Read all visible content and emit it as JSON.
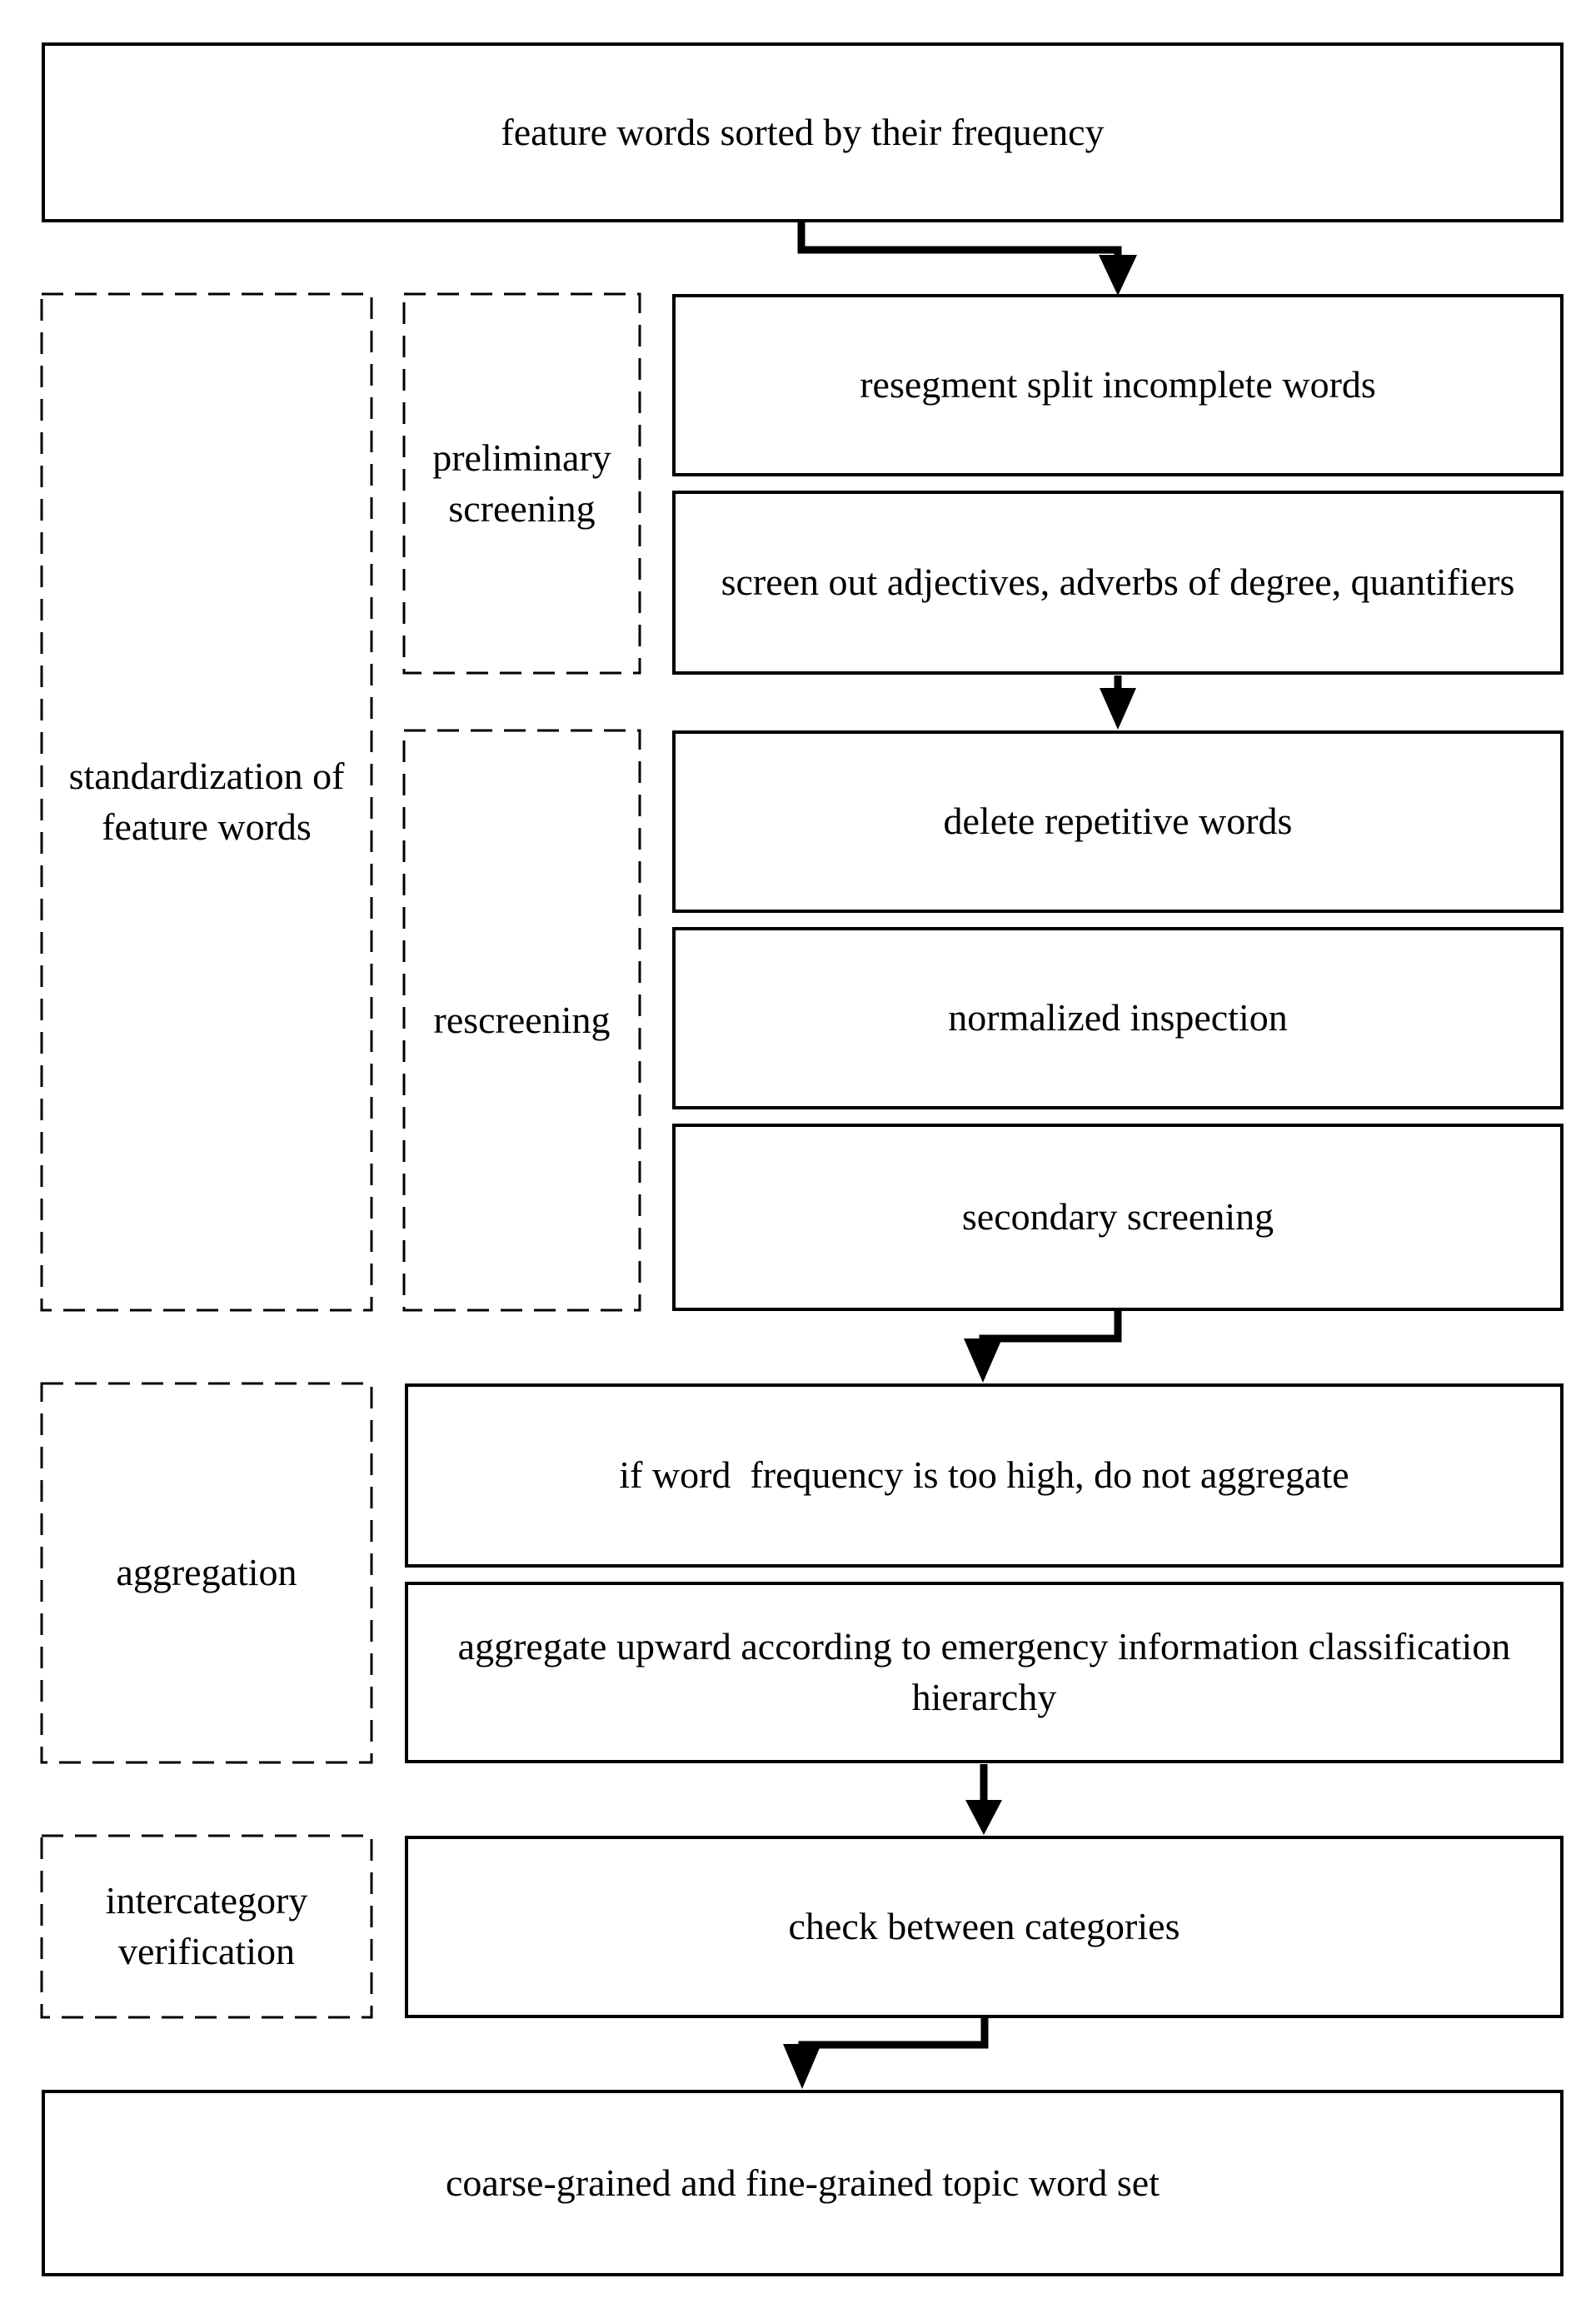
{
  "diagram": {
    "start": "feature words sorted by their frequency",
    "standardization": {
      "label": "standardization of feature words",
      "preliminary": {
        "label": "preliminary screening",
        "step1": "resegment split incomplete words",
        "step2": "screen out adjectives, adverbs of degree, quantifiers"
      },
      "rescreening": {
        "label": "rescreening",
        "step1": "delete repetitive words",
        "step2": "normalized inspection",
        "step3": "secondary screening"
      }
    },
    "aggregation": {
      "label": "aggregation",
      "step1": "if word  frequency is too high, do not aggregate",
      "step2": "aggregate upward according to emergency information classification hierarchy"
    },
    "intercategory": {
      "label": "intercategory verification",
      "step1": "check between categories"
    },
    "result": "coarse-grained and fine-grained topic word set"
  },
  "colors": {
    "stroke": "#000000",
    "background": "#ffffff"
  }
}
